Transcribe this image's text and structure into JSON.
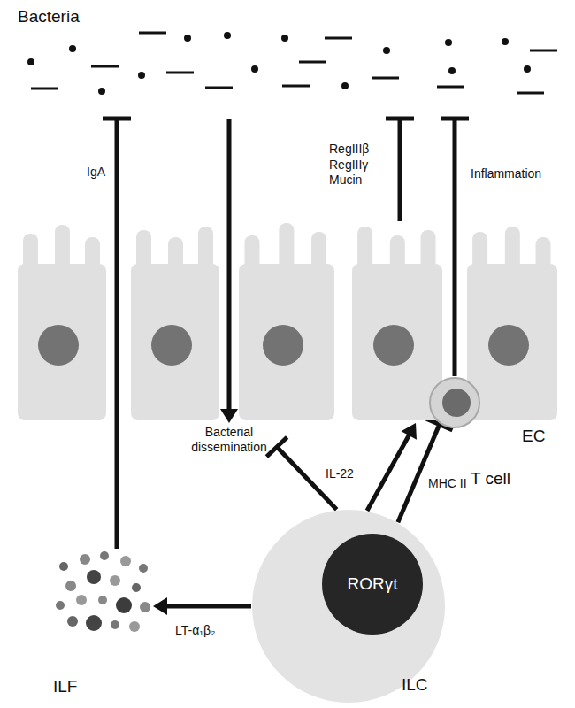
{
  "diagram": {
    "nodes": [
      {
        "text": [
          "Bacteria"
        ]
      },
      {
        "text": [
          "EC"
        ]
      },
      {
        "text": [
          "Bacterial dissemination"
        ]
      },
      {
        "text": [
          "T cell"
        ]
      },
      {
        "text": [
          "ILF"
        ]
      },
      {
        "text": [
          "ILC"
        ]
      },
      {
        "text": [
          "RORγt"
        ],
        "in": 5
      }
    ],
    "edges": [
      {
        "from": 4,
        "to": 0,
        "arrow": "to",
        "label": "IgA"
      },
      {
        "from": 0,
        "to": 2,
        "arrow": "to"
      },
      {
        "from": 1,
        "to": 0,
        "arrow": "to",
        "label": "RegIIIβ RegIIIγ Mucin"
      },
      {
        "from": 3,
        "to": 0,
        "arrow": "to",
        "label": "Inflammation"
      },
      {
        "from": 5,
        "to": 2,
        "arrow": "to",
        "label": "IL-22"
      },
      {
        "from": 5,
        "to": 1,
        "arrow": "to"
      },
      {
        "from": 5,
        "to": 3,
        "arrow": "to",
        "label": "MHC II"
      },
      {
        "from": 5,
        "to": 4,
        "arrow": "to",
        "label": "LT-α₁β₂"
      }
    ]
  }
}
